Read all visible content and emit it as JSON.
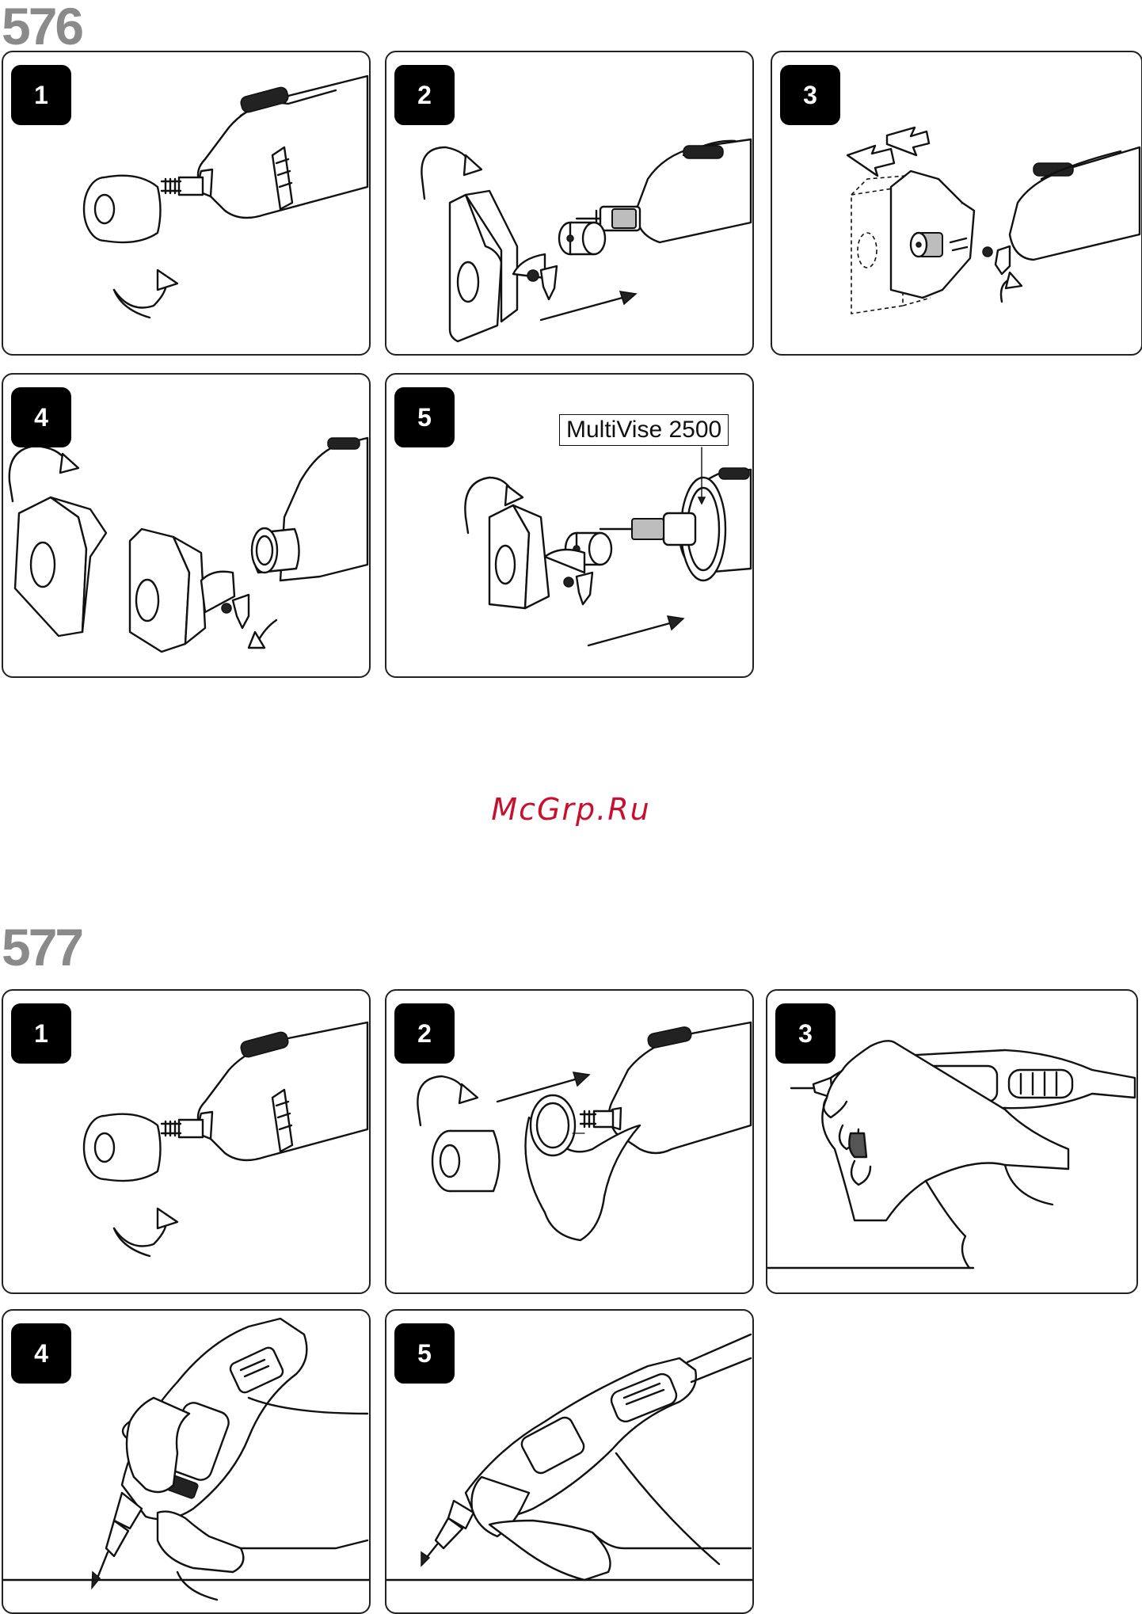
{
  "sections": [
    {
      "number": "576",
      "steps": [
        "1",
        "2",
        "3",
        "4",
        "5"
      ]
    },
    {
      "number": "577",
      "steps": [
        "1",
        "2",
        "3",
        "4",
        "5"
      ]
    }
  ],
  "callout_label": "MultiVise 2500",
  "watermark": "McGrp.Ru",
  "icons": {
    "s576_1": "tool-nozzle-cap-unscrew-icon",
    "s576_2": "vise-attach-arrow-icon",
    "s576_3": "vise-slide-adjust-icon",
    "s576_4": "vise-parts-icon",
    "s576_5": "multivise-attach-icon",
    "s577_1": "tool-nozzle-cap-unscrew-icon",
    "s577_2": "grip-attachment-icon",
    "s577_3": "hand-grip-hold-icon",
    "s577_4": "pencil-grip-hold-icon",
    "s577_5": "pencil-grip-angled-icon"
  }
}
